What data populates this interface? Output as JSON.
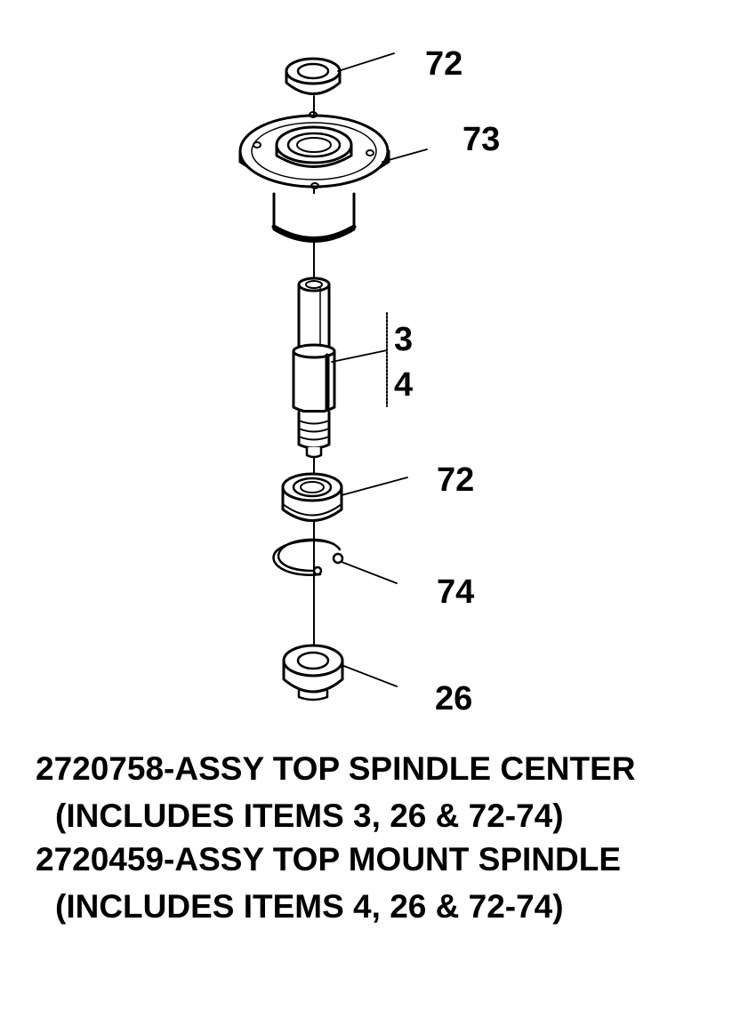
{
  "callouts": {
    "top_bearing": "72",
    "housing": "73",
    "shaft_center": "3",
    "shaft_mount": "4",
    "lower_bearing": "72",
    "snap_ring": "74",
    "pulley_hub": "26"
  },
  "captions": {
    "line1": "2720758-ASSY TOP SPINDLE CENTER",
    "line2": "(INCLUDES ITEMS 3, 26 & 72-74)",
    "line3": "2720459-ASSY TOP MOUNT SPINDLE",
    "line4": "(INCLUDES ITEMS 4, 26 & 72-74)"
  }
}
